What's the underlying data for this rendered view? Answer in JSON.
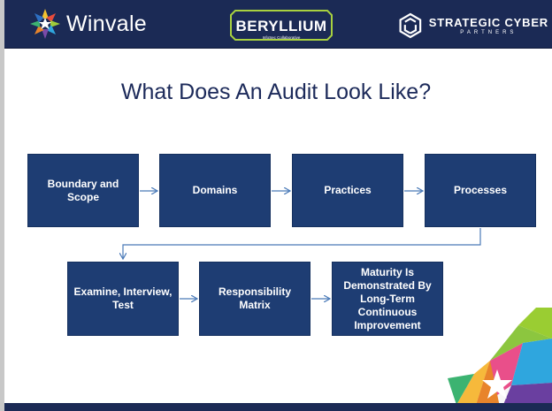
{
  "header": {
    "logo_left": "Winvale",
    "logo_center": "BERYLLIUM",
    "logo_center_sub": "InfoSec Collaborative",
    "logo_right_line1": "STRATEGIC CYBER",
    "logo_right_line2": "PARTNERS"
  },
  "slide": {
    "title": "What Does An Audit Look Like?",
    "row1": [
      "Boundary and Scope",
      "Domains",
      "Practices",
      "Processes"
    ],
    "row2": [
      "Examine, Interview, Test",
      "Responsibility Matrix",
      "Maturity Is Demonstrated By Long-Term Continuous Improvement"
    ]
  },
  "colors": {
    "header_bg": "#1b2a55",
    "box_fill": "#1e3d73",
    "title_color": "#1c2a5a",
    "arrow_color": "#4a7ab8"
  }
}
